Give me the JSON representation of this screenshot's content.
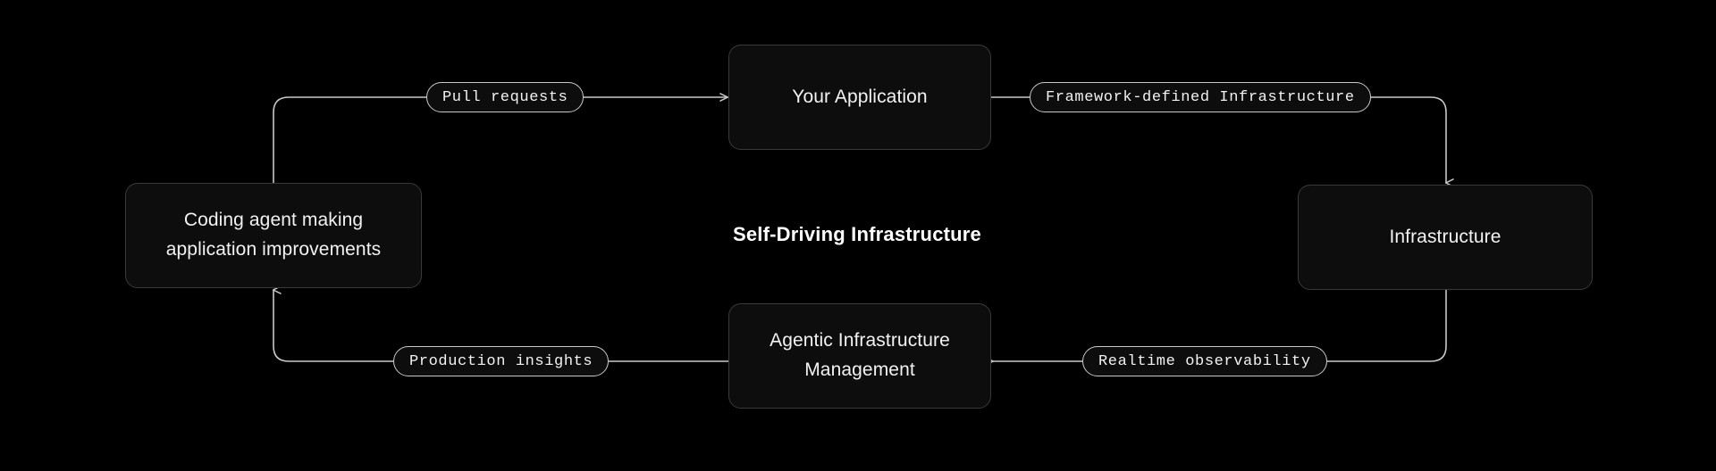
{
  "diagram": {
    "title": "Self-Driving Infrastructure",
    "background_color": "#000000",
    "node_fill": "#0d0d0d",
    "node_border": "#3a3a3a",
    "edge_color": "#c9c9c9",
    "text_color": "#f2f2f2",
    "nodes": [
      {
        "id": "your-application",
        "label": "Your Application"
      },
      {
        "id": "infrastructure",
        "label": "Infrastructure"
      },
      {
        "id": "agentic",
        "label": "Agentic Infrastructure\nManagement"
      },
      {
        "id": "coding-agent",
        "label": "Coding agent making\napplication improvements"
      }
    ],
    "edges": [
      {
        "id": "pull-requests",
        "label": "Pull requests",
        "from": "coding-agent",
        "to": "your-application"
      },
      {
        "id": "framework-defined",
        "label": "Framework-defined Infrastructure",
        "from": "your-application",
        "to": "infrastructure"
      },
      {
        "id": "realtime-obs",
        "label": "Realtime observability",
        "from": "infrastructure",
        "to": "agentic"
      },
      {
        "id": "production-insights",
        "label": "Production insights",
        "from": "agentic",
        "to": "coding-agent"
      }
    ]
  }
}
